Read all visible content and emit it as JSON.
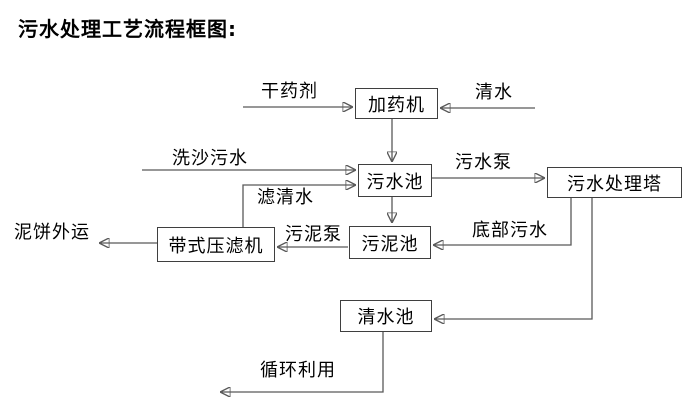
{
  "title": "污水处理工艺流程框图:",
  "colors": {
    "background": "#ffffff",
    "line": "#595959",
    "arrowhead": "#2e2e2e",
    "box_border": "#3f3f3f",
    "text": "#000000"
  },
  "diagram": {
    "nodes": [
      {
        "id": "dosing-machine",
        "label": "加药机"
      },
      {
        "id": "sewage-pool",
        "label": "污水池"
      },
      {
        "id": "sewage-treatment-tower",
        "label": "污水处理塔"
      },
      {
        "id": "sludge-pool",
        "label": "污泥池"
      },
      {
        "id": "belt-filter-press",
        "label": "带式压滤机"
      },
      {
        "id": "clean-water-pool",
        "label": "清水池"
      }
    ],
    "flow_labels": [
      {
        "id": "dry-chemical",
        "text": "干药剂"
      },
      {
        "id": "clean-water",
        "text": "清水"
      },
      {
        "id": "sand-washing-sewage",
        "text": "洗沙污水"
      },
      {
        "id": "sewage-pump",
        "text": "污水泵"
      },
      {
        "id": "filtered-water",
        "text": "滤清水"
      },
      {
        "id": "sludge-pump",
        "text": "污泥泵"
      },
      {
        "id": "bottom-sewage",
        "text": "底部污水"
      },
      {
        "id": "mud-cake-outbound",
        "text": "泥饼外运"
      },
      {
        "id": "recycle-use",
        "text": "循环利用"
      }
    ],
    "edges": [
      {
        "from": "dry-chemical-input",
        "to": "dosing-machine",
        "label": "干药剂"
      },
      {
        "from": "clean-water-input",
        "to": "dosing-machine",
        "label": "清水"
      },
      {
        "from": "dosing-machine",
        "to": "sewage-pool",
        "label": ""
      },
      {
        "from": "sand-washing-sewage-input",
        "to": "sewage-pool",
        "label": "洗沙污水"
      },
      {
        "from": "belt-filter-press",
        "to": "sewage-pool",
        "label": "滤清水"
      },
      {
        "from": "sewage-pool",
        "to": "sewage-treatment-tower",
        "label": "污水泵"
      },
      {
        "from": "sewage-pool",
        "to": "sludge-pool",
        "label": ""
      },
      {
        "from": "sewage-treatment-tower",
        "to": "sludge-pool",
        "label": "底部污水"
      },
      {
        "from": "sewage-treatment-tower",
        "to": "clean-water-pool",
        "label": ""
      },
      {
        "from": "sludge-pool",
        "to": "belt-filter-press",
        "label": "污泥泵"
      },
      {
        "from": "belt-filter-press",
        "to": "outside",
        "label": "泥饼外运"
      },
      {
        "from": "clean-water-pool",
        "to": "reuse",
        "label": "循环利用"
      }
    ]
  }
}
